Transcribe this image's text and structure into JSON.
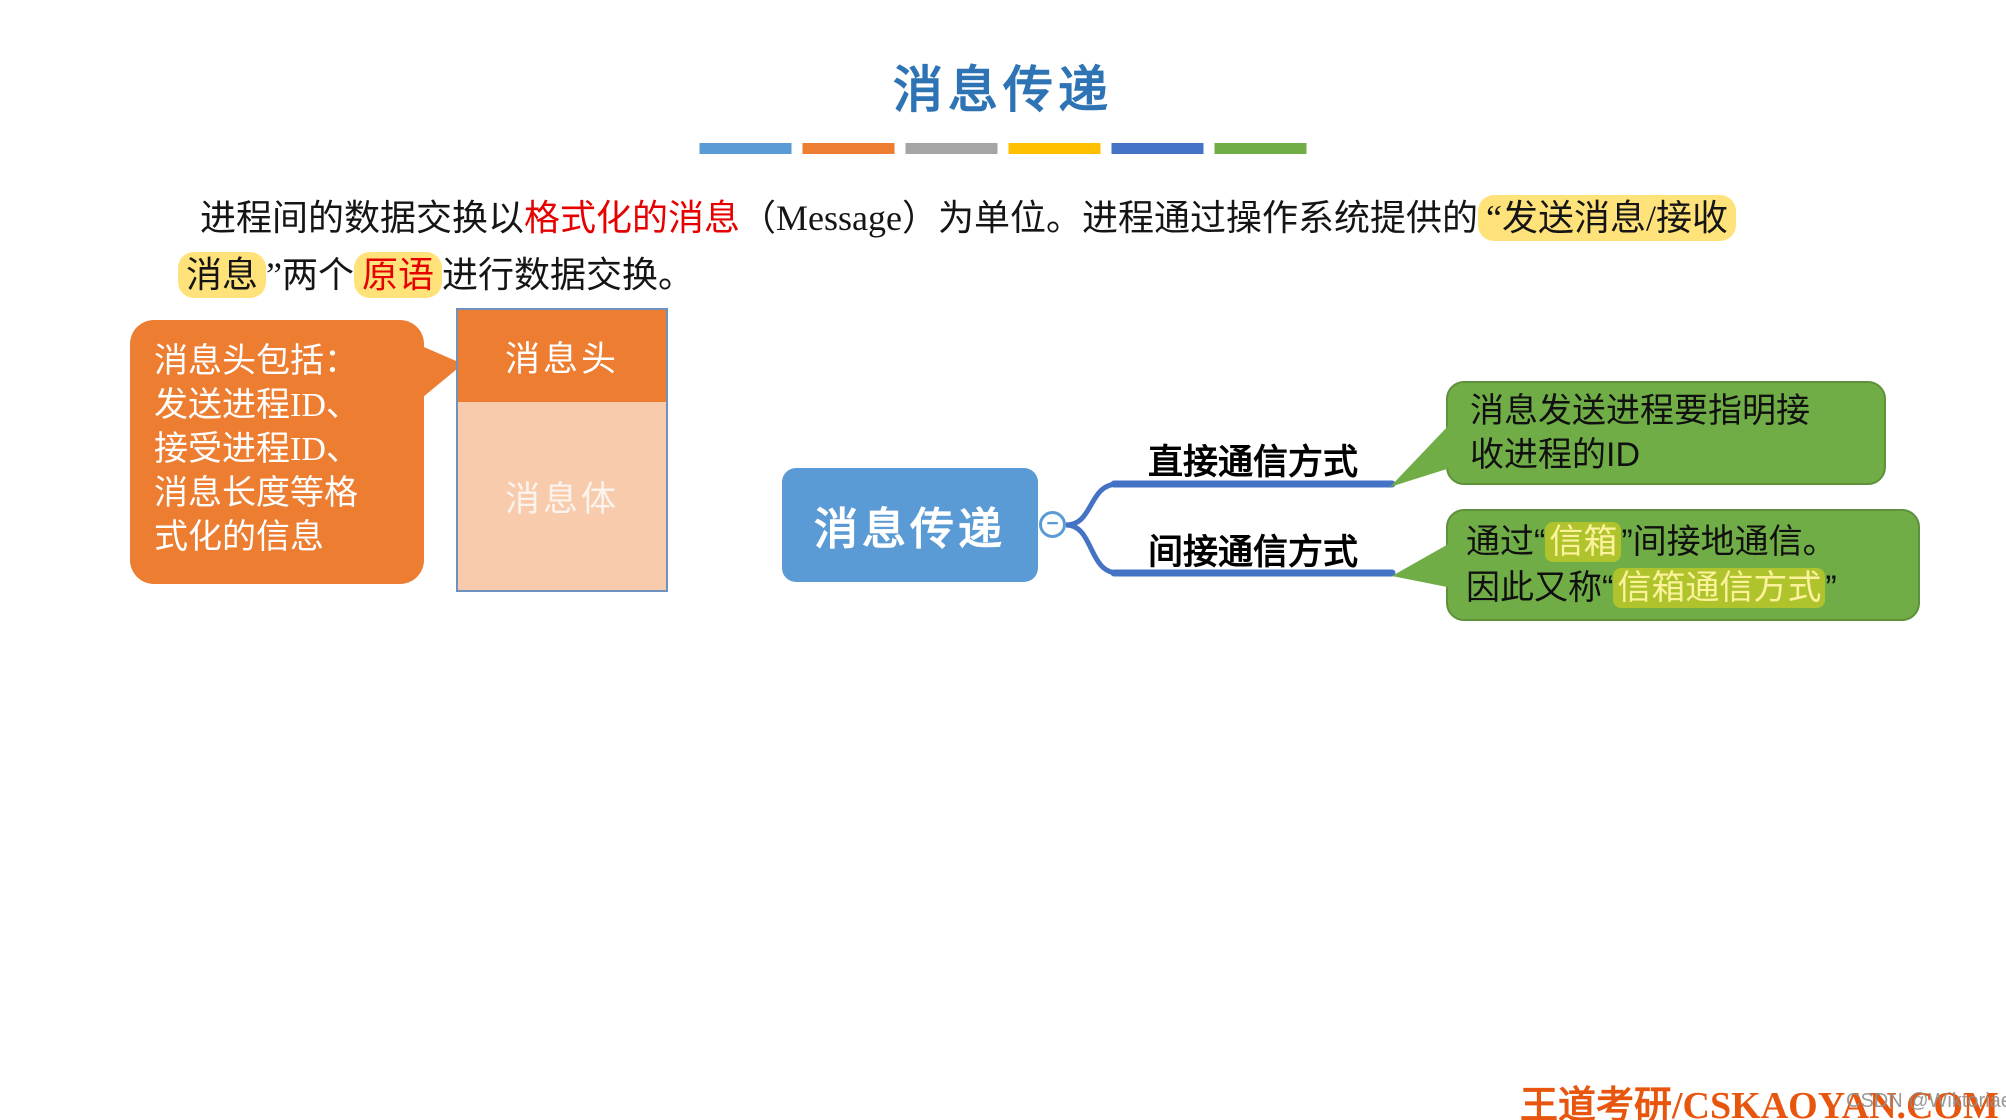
{
  "slide": {
    "title": "消息传递",
    "accent_colors": [
      "#5B9BD5",
      "#ED7D31",
      "#A5A5A5",
      "#FFC000",
      "#4472C4",
      "#70AD47"
    ]
  },
  "palette": {
    "title_blue": "#2E74B5",
    "orange": "#ED7D31",
    "peach": "#F8CBAD",
    "node_blue": "#5B9BD5",
    "connector_blue": "#4472C4",
    "green": "#70AD47",
    "highlight_yellow": "#FFE37A",
    "green_highlight": "#AFC42C",
    "red_text": "#E60000",
    "brand_orange": "#E8560E"
  },
  "paragraph": {
    "s1": "进程间的数据交换以",
    "s2": "格式化的消息",
    "s3": "（Message）为单位。进程通过操作系统提供的",
    "s4": "“发送消息/接收",
    "s5": "消息",
    "s6": "”两个",
    "s7": "原语",
    "s8": "进行数据交换。"
  },
  "orange_callout": {
    "lines": [
      "消息头包括：",
      "发送进程ID、",
      "接受进程ID、",
      "消息长度等格",
      "式化的信息"
    ]
  },
  "message_box": {
    "header": "消息头",
    "body": "消息体"
  },
  "mindmap": {
    "root": "消息传递",
    "collapse_icon": "−",
    "branch_direct": "直接通信方式",
    "branch_indirect": "间接通信方式"
  },
  "green_callout_1": {
    "lines": [
      "消息发送进程要指明接",
      "收进程的ID"
    ]
  },
  "green_callout_2": {
    "s1": "通过“",
    "h1": "信箱",
    "s2": "”间接地通信。",
    "s3": "因此又称“",
    "h2": "信箱通信方式",
    "s4": "”"
  },
  "footer": {
    "brand": "王道考研/CSKAOYAN.COM",
    "watermark": "CSDN @Wiktoriae"
  }
}
